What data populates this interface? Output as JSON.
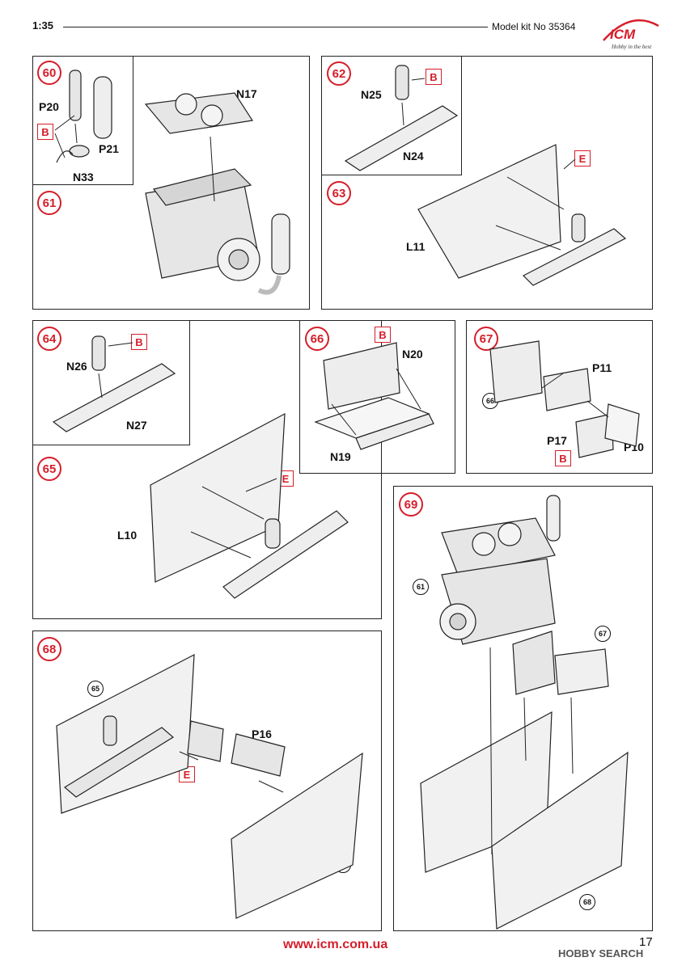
{
  "header": {
    "scale": "1:35",
    "kit": "Model kit No 35364",
    "logo_text": "ICM",
    "logo_tagline": "Hobby in the best"
  },
  "steps": {
    "s60": "60",
    "s61": "61",
    "s62": "62",
    "s63": "63",
    "s64": "64",
    "s65": "65",
    "s66": "66",
    "s67": "67",
    "s68": "68",
    "s69": "69"
  },
  "parts": {
    "p20": "P20",
    "p21": "P21",
    "n33": "N33",
    "n17": "N17",
    "n25": "N25",
    "n24": "N24",
    "l11": "L11",
    "n26": "N26",
    "n27": "N27",
    "l10": "L10",
    "n20": "N20",
    "n19": "N19",
    "p11": "P11",
    "p17": "P17",
    "p10": "P10",
    "p16": "P16"
  },
  "colors_code": {
    "b": "B",
    "e": "E"
  },
  "refs": {
    "r66": "66",
    "r65": "65",
    "r63": "63",
    "r61": "61",
    "r67": "67",
    "r68": "68"
  },
  "footer": {
    "url": "www.icm.com.ua",
    "page": "17",
    "watermark": "HOBBY SEARCH"
  },
  "palette": {
    "accent": "#d51e2a",
    "ink": "#222222",
    "part_fill": "#e6e6e6"
  }
}
